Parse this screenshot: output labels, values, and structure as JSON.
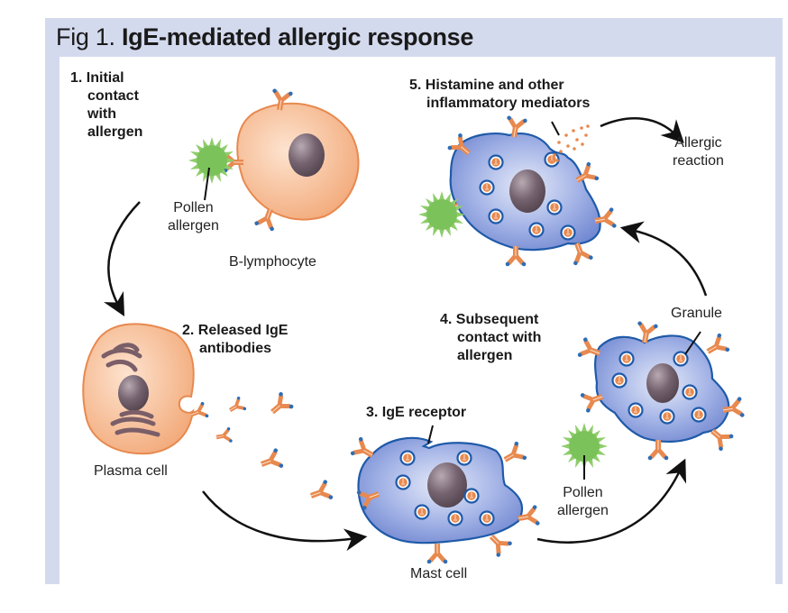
{
  "figure": {
    "title_prefix": "Fig 1.",
    "title": "IgE-mediated allergic response"
  },
  "steps": [
    {
      "number": "1.",
      "lines": [
        "Initial",
        "contact",
        "with",
        "allergen"
      ]
    },
    {
      "number": "2.",
      "lines": [
        "Released IgE",
        "antibodies"
      ]
    },
    {
      "number": "3.",
      "lines": [
        "IgE receptor"
      ]
    },
    {
      "number": "4.",
      "lines": [
        "Subsequent",
        "contact with",
        "allergen"
      ]
    },
    {
      "number": "5.",
      "lines": [
        "Histamine and other",
        "inflammatory mediators"
      ]
    }
  ],
  "labels": {
    "pollen_allergen_1": [
      "Pollen",
      "allergen"
    ],
    "b_lymphocyte": "B-lymphocyte",
    "plasma_cell": "Plasma cell",
    "mast_cell": "Mast cell",
    "pollen_allergen_2": [
      "Pollen",
      "allergen"
    ],
    "granule": "Granule",
    "allergic_reaction": [
      "Allergic",
      "reaction"
    ]
  },
  "colors": {
    "frame": "#d4daee",
    "cell_orange": "#f4b98f",
    "cell_orange_edge": "#e8894f",
    "antibody": "#e8894f",
    "antibody_tip": "#2f6db5",
    "mast_cell": "#8a9fd8",
    "mast_cell_edge": "#1f5aa8",
    "nucleus": "#6e5a66",
    "pollen": "#7cc25a"
  }
}
